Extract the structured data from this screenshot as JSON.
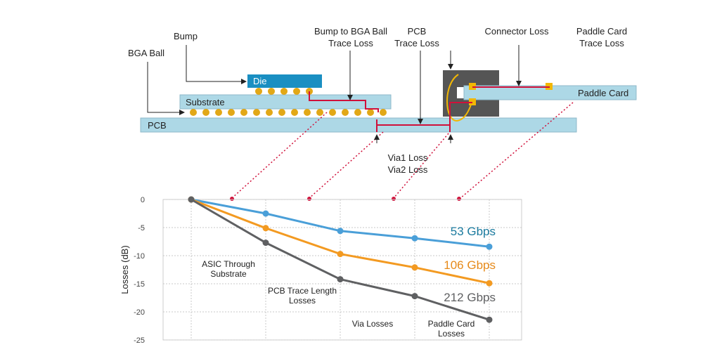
{
  "diagram": {
    "labels": {
      "bga_ball": "BGA Ball",
      "bump": "Bump",
      "bump_trace_1": "Bump to BGA Ball",
      "bump_trace_2": "Trace Loss",
      "pcb_trace_1": "PCB",
      "pcb_trace_2": "Trace Loss",
      "connector_loss": "Connector Loss",
      "paddle_trace_1": "Paddle Card",
      "paddle_trace_2": "Trace Loss",
      "die": "Die",
      "substrate": "Substrate",
      "pcb": "PCB",
      "paddle_card": "Paddle Card",
      "via1": "Via1 Loss",
      "via2": "Via2 Loss"
    },
    "colors": {
      "board_fill": "#add8e6",
      "die_fill": "#1a8fc2",
      "ball_fill": "#e2a817",
      "trace": "#d0103a",
      "connector_body": "#555555",
      "connector_pin": "#f2b705"
    }
  },
  "chart_data": {
    "type": "line",
    "x": [
      0,
      1,
      2,
      3,
      4
    ],
    "ylabel": "Losses (dB)",
    "ylim": [
      -25,
      0
    ],
    "yticks": [
      0,
      -5,
      -10,
      -15,
      -20,
      -25
    ],
    "grid": true,
    "series": [
      {
        "name": "53 Gbps",
        "color": "#4a9fd8",
        "label_color": "#1a7a9e",
        "values": [
          0,
          -2.5,
          -5.6,
          -6.9,
          -8.4
        ]
      },
      {
        "name": "106 Gbps",
        "color": "#f39a21",
        "label_color": "#e68a1a",
        "values": [
          0,
          -5.1,
          -9.7,
          -12.1,
          -14.9
        ]
      },
      {
        "name": "212 Gbps",
        "color": "#5f6062",
        "label_color": "#5f6062",
        "values": [
          0,
          -7.7,
          -14.2,
          -17.2,
          -21.4
        ]
      }
    ],
    "region_labels": [
      {
        "lines": [
          "ASIC Through",
          "Substrate"
        ]
      },
      {
        "lines": [
          "PCB Trace Length",
          "Losses"
        ]
      },
      {
        "lines": [
          "Via Losses"
        ]
      },
      {
        "lines": [
          "Paddle Card",
          "Losses"
        ]
      }
    ]
  }
}
